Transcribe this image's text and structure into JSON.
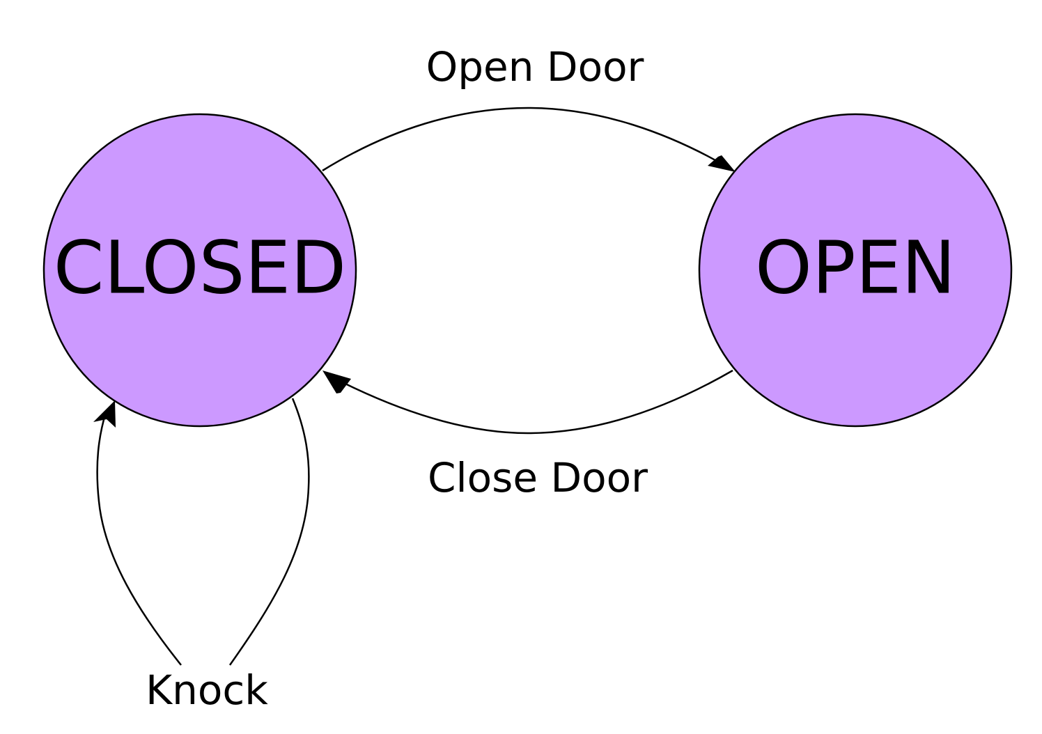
{
  "colors": {
    "state_fill": "#cc99ff",
    "stroke": "#000000",
    "background": "#ffffff"
  },
  "states": {
    "closed": {
      "label": "CLOSED"
    },
    "open": {
      "label": "OPEN"
    }
  },
  "transitions": {
    "open_door": {
      "label": "Open Door",
      "from": "CLOSED",
      "to": "OPEN"
    },
    "close_door": {
      "label": "Close Door",
      "from": "OPEN",
      "to": "CLOSED"
    },
    "knock": {
      "label": "Knock",
      "from": "CLOSED",
      "to": "CLOSED"
    }
  }
}
